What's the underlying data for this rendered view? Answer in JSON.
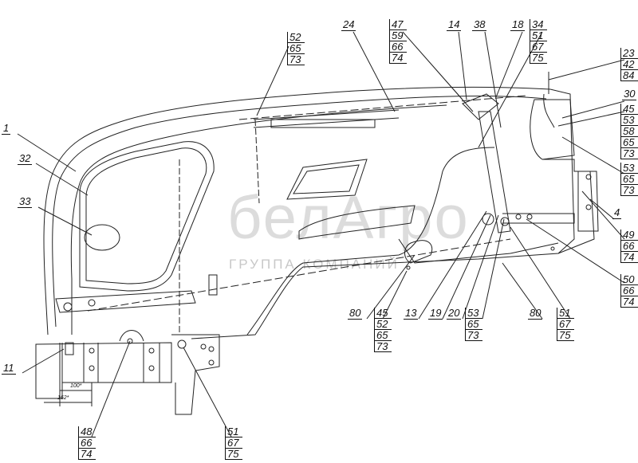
{
  "watermark": {
    "brand": "белАгро",
    "tagline": "ГРУППА КОМПАНИЙ"
  },
  "dimensions": {
    "d1": "100*",
    "d2": "162*"
  },
  "labels": {
    "l1": "1",
    "l32": "32",
    "l33": "33",
    "l11": "11",
    "l24": "24",
    "l14": "14",
    "l38": "38",
    "l18": "18",
    "l30": "30",
    "l4": "4",
    "l80a": "80",
    "l13": "13",
    "l19": "19",
    "l20": "20",
    "l80b": "80"
  },
  "stacks": {
    "s52": [
      "52",
      "65",
      "73"
    ],
    "s47": [
      "47",
      "59",
      "66",
      "74"
    ],
    "s34": [
      "34",
      "51",
      "67",
      "75"
    ],
    "s23": [
      "23",
      "42",
      "84"
    ],
    "s45r": [
      "45",
      "53",
      "58",
      "65",
      "73"
    ],
    "s53r": [
      "53",
      "65",
      "73"
    ],
    "s49": [
      "49",
      "66",
      "74"
    ],
    "s50": [
      "50",
      "66",
      "74"
    ],
    "s45b": [
      "45",
      "52",
      "65",
      "73"
    ],
    "s53b": [
      "53",
      "65",
      "73"
    ],
    "s51b": [
      "51",
      "67",
      "75"
    ],
    "s48": [
      "48",
      "66",
      "74"
    ],
    "s51l": [
      "51",
      "67",
      "75"
    ]
  }
}
